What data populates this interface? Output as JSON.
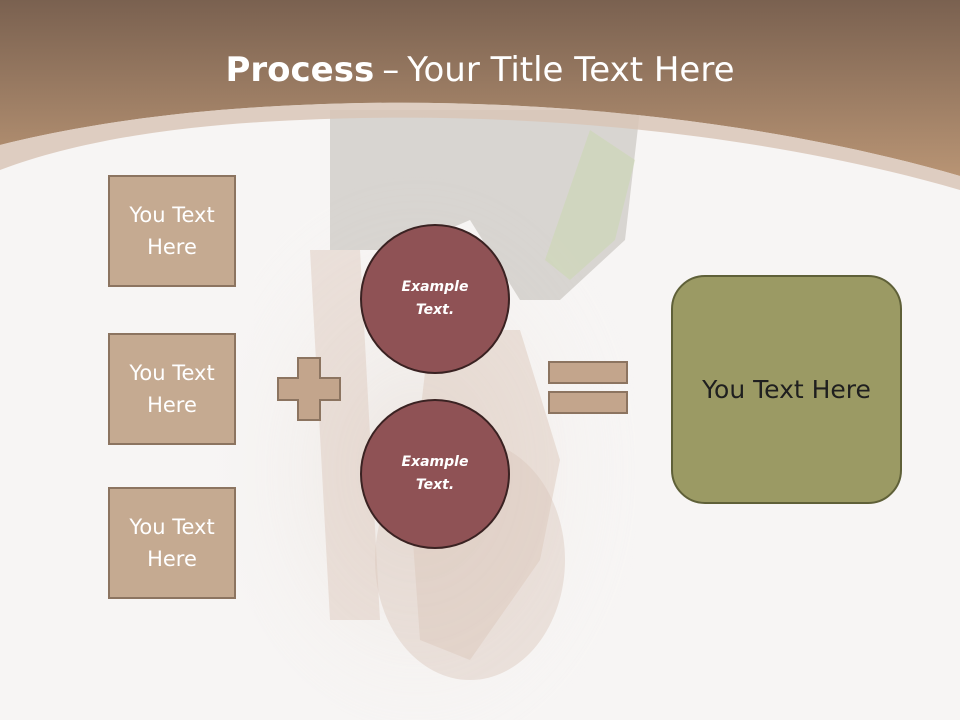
{
  "slide": {
    "title_bold": "Process",
    "title_sep": "–",
    "title_rest": "Your Title Text Here"
  },
  "inputs": [
    {
      "label": "You Text Here"
    },
    {
      "label": "You Text Here"
    },
    {
      "label": "You Text Here"
    }
  ],
  "circles": [
    {
      "label": "Example Text."
    },
    {
      "label": "Example Text."
    }
  ],
  "result": {
    "label": "You Text Here"
  },
  "colors": {
    "header_top": "#7a6150",
    "header_bottom": "#b89474",
    "box_fill": "#c5aa91",
    "circle_fill": "#8f5255",
    "result_fill": "#9b9a64",
    "operator_fill": "#c3a58c"
  }
}
